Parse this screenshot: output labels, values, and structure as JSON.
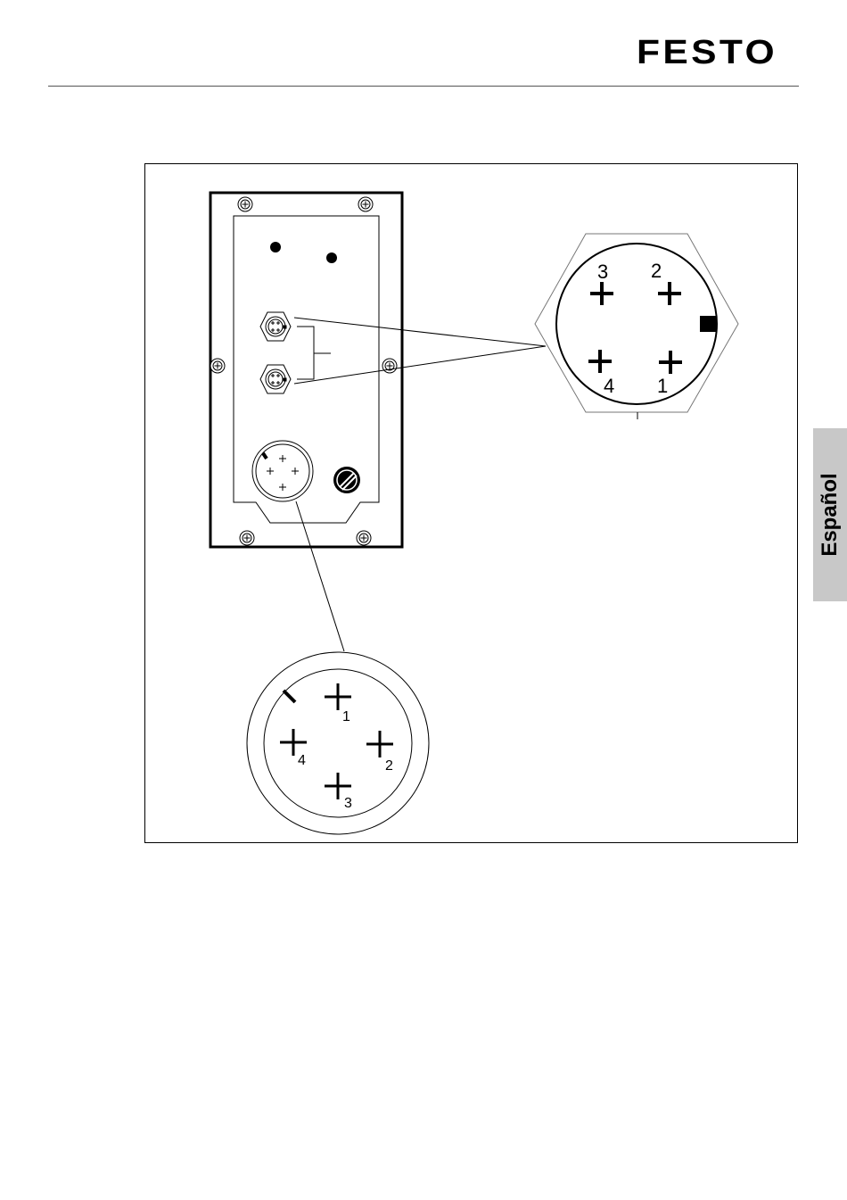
{
  "header": {
    "brand": "FESTO"
  },
  "side_tab": {
    "language": "Español"
  },
  "figure": {
    "hex_connector_pins": [
      "3",
      "2",
      "4",
      "1"
    ],
    "round_connector_pins": [
      "1",
      "4",
      "2",
      "3"
    ]
  },
  "colors": {
    "line": "#000000",
    "side_tab_bg": "#c8c8c8",
    "rule": "#555555"
  }
}
